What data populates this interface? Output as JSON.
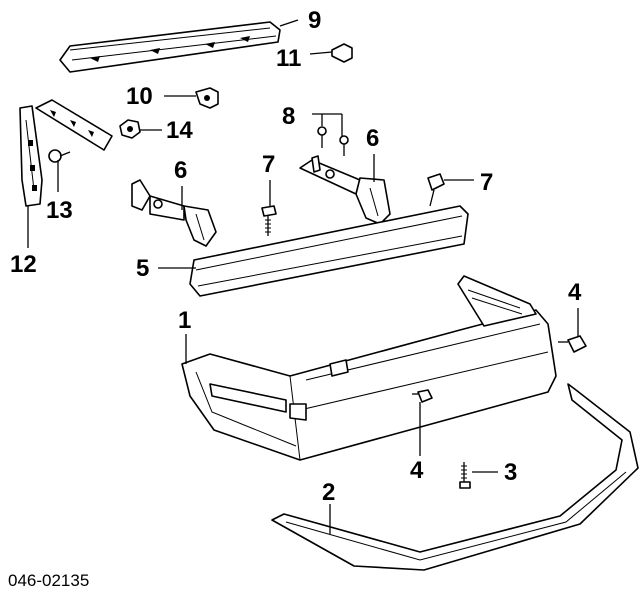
{
  "diagram": {
    "code": "046-02135",
    "callouts": [
      "1",
      "2",
      "3",
      "4",
      "4",
      "5",
      "6",
      "6",
      "7",
      "7",
      "8",
      "9",
      "10",
      "11",
      "12",
      "13",
      "14"
    ]
  }
}
